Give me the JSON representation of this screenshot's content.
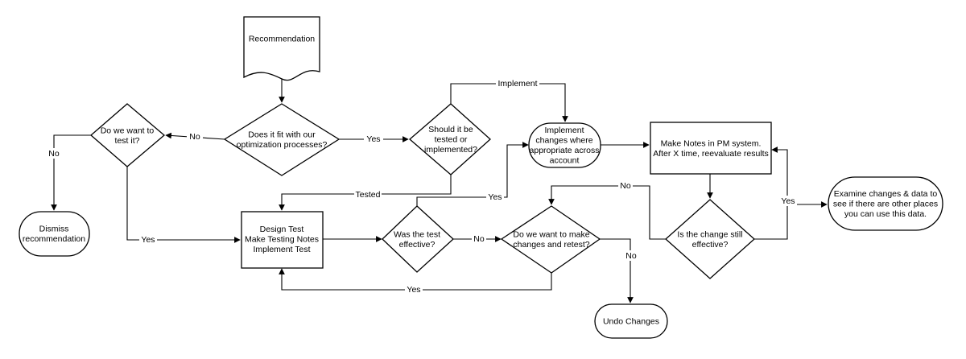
{
  "nodes": {
    "recommendation": [
      "Recommendation"
    ],
    "fit_optimization": [
      "Does it fit with our",
      "optimization processes?"
    ],
    "want_to_test": [
      "Do we want to",
      "test it?"
    ],
    "tested_or_implemented": [
      "Should it be",
      "tested or",
      "implemented?"
    ],
    "implement_changes": [
      "Implement",
      "changes where",
      "appropriate across",
      "account"
    ],
    "make_notes": [
      "Make Notes in PM system.",
      "After X time, reevaluate results"
    ],
    "dismiss": [
      "Dismiss",
      "recommendation"
    ],
    "design_test": [
      "Design Test",
      "Make Testing Notes",
      "Implement Test"
    ],
    "test_effective": [
      "Was the test",
      "effective?"
    ],
    "retest": [
      "Do we want to make",
      "changes and retest?"
    ],
    "still_effective": [
      "Is the change still",
      "effective?"
    ],
    "examine": [
      "Examine changes & data to",
      "see if there are other places",
      "you can use this data."
    ],
    "undo": [
      "Undo Changes"
    ]
  },
  "edges": {
    "fit_no": "No",
    "fit_yes": "Yes",
    "want_no": "No",
    "want_yes": "Yes",
    "implement": "Implement",
    "tested": "Tested",
    "effective_yes": "Yes",
    "effective_no": "No",
    "retest_yes": "Yes",
    "retest_no": "No",
    "still_no": "No",
    "still_yes": "Yes"
  }
}
